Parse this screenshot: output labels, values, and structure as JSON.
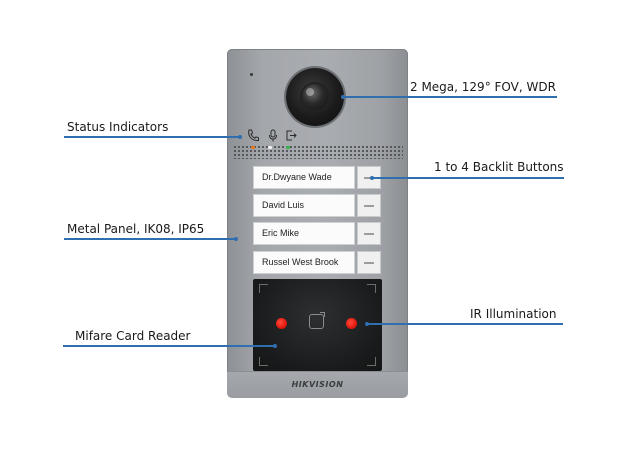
{
  "labels": {
    "camera": "2 Mega, 129° FOV, WDR",
    "status": "Status Indicators",
    "buttons": "1 to 4 Backlit Buttons",
    "panel": "Metal Panel, IK08, IP65",
    "ir": "IR Illumination",
    "card_reader": "Mifare Card Reader"
  },
  "device": {
    "brand": "HIKVISION",
    "buttons": [
      {
        "name": "Dr.Dwyane Wade"
      },
      {
        "name": "David Luis"
      },
      {
        "name": "Eric Mike"
      },
      {
        "name": "Russel West  Brook"
      }
    ],
    "status_icons": [
      "phone-icon",
      "microphone-icon",
      "door-exit-icon"
    ]
  },
  "colors": {
    "callout_line": "#2f6fb0",
    "ir_led": "#e21a10",
    "panel": "#a6a9ad"
  }
}
